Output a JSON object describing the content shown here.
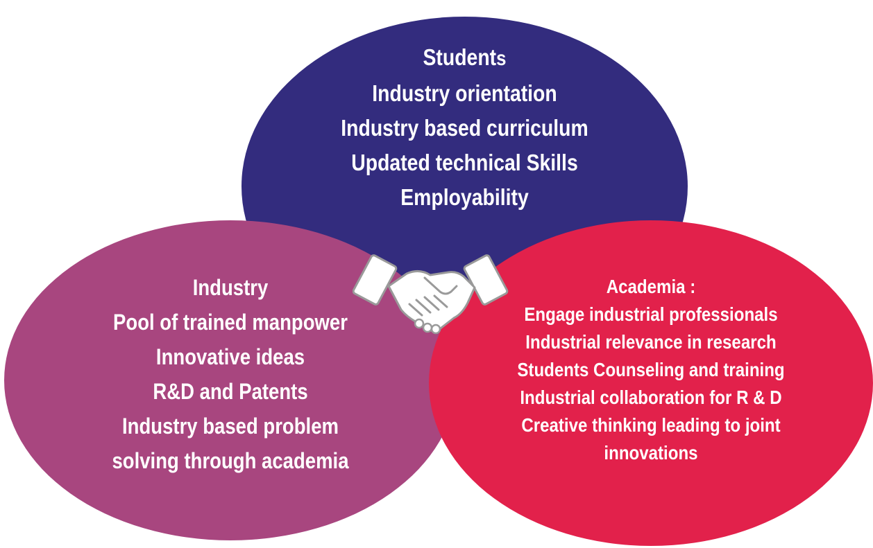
{
  "colors": {
    "students": "#332c7e",
    "industry": "#a8467f",
    "academia": "#e2214b",
    "text": "#ffffff"
  },
  "icon": "handshake-icon",
  "students": {
    "title_main": "Student",
    "title_suffix": "s",
    "items": [
      "Industry orientation",
      "Industry  based curriculum",
      "Updated technical Skills",
      "Employability"
    ]
  },
  "industry": {
    "title": "Industry",
    "items": [
      "Pool of trained manpower",
      "Innovative ideas",
      "R&D and Patents",
      "Industry based problem",
      "solving through academia"
    ]
  },
  "academia": {
    "title": "Academia :",
    "items": [
      "Engage industrial professionals",
      "Industrial relevance in research",
      "Students Counseling and training",
      "Industrial collaboration for R & D",
      "Creative thinking leading to joint",
      "innovations"
    ]
  }
}
